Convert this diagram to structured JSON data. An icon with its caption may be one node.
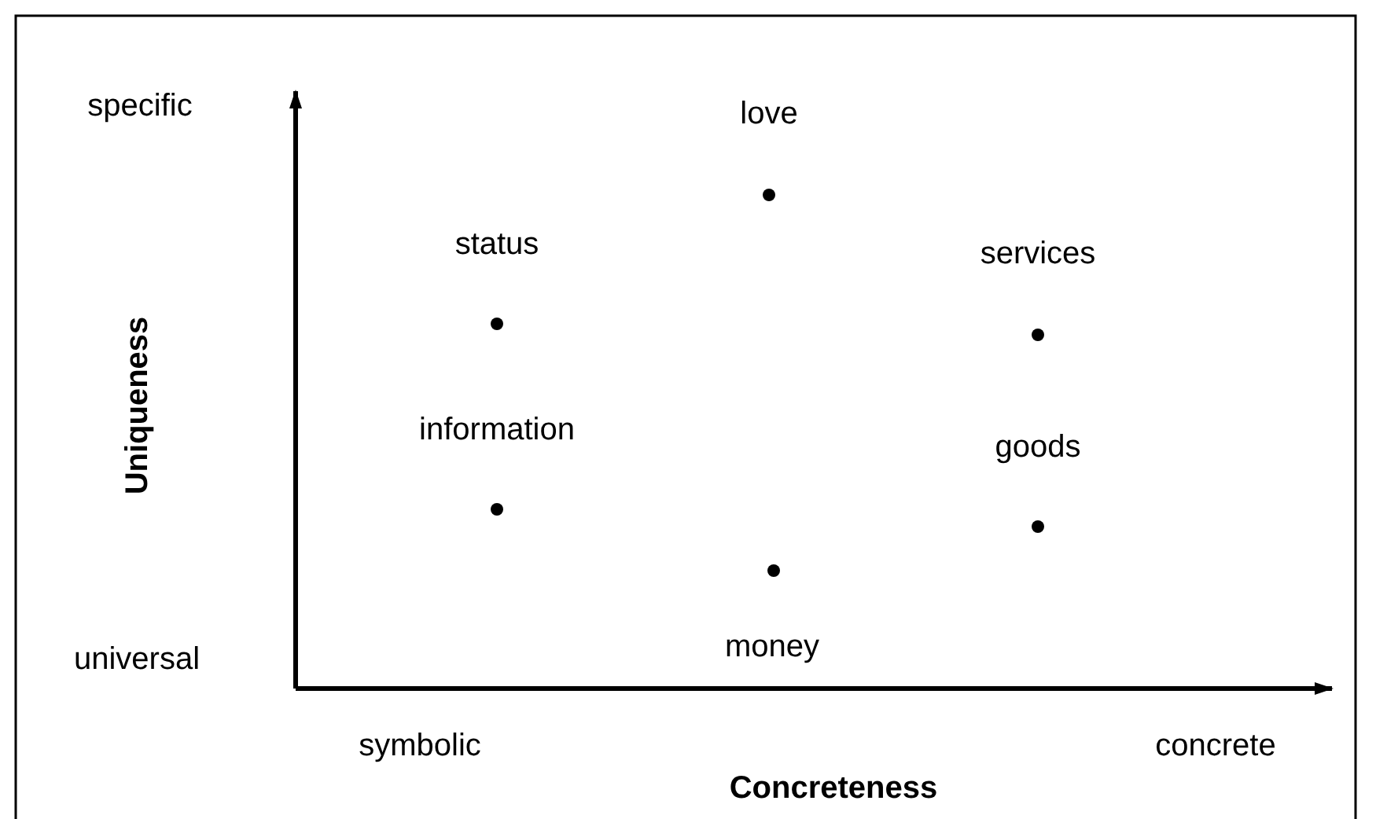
{
  "diagram": {
    "labels": [
      "specific",
      "love",
      "status",
      "services",
      "Uniqueness",
      "information",
      "goods",
      "universal",
      "money",
      "symbolic",
      "concrete",
      "Concreteness"
    ]
  }
}
